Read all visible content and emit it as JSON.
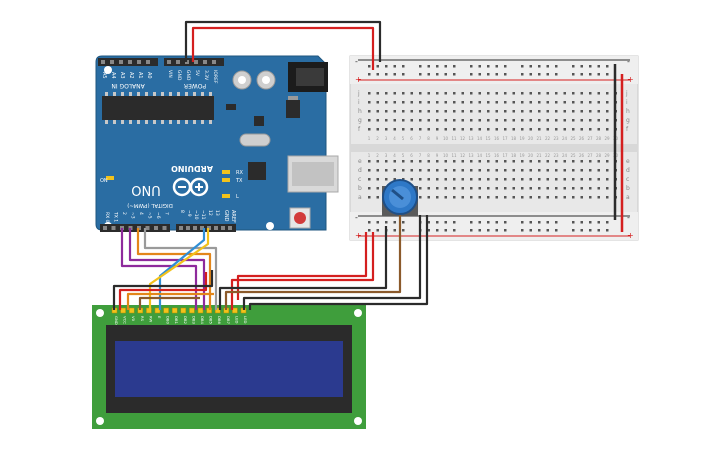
{
  "arduino": {
    "board_name": "ARDUINO",
    "model": "UNO",
    "header_analog": "ANALOG IN",
    "header_power": "POWER",
    "header_digital": "DIGITAL (PWM~)",
    "on_label": "ON",
    "tx_label": "TX",
    "rx_label": "RX",
    "l_label": "L",
    "aref_label": "AREF",
    "gnd_label": "GND",
    "analog_pins": [
      "A5",
      "A4",
      "A3",
      "A2",
      "A1",
      "A0"
    ],
    "power_pins": [
      "VIN",
      "GND",
      "GND",
      "5V",
      "3.3V",
      "IOREF"
    ],
    "digital_pins_high": [
      "13",
      "12",
      "~11",
      "~10",
      "~9",
      "8"
    ],
    "digital_pins_low": [
      "7",
      "~6",
      "~5",
      "4",
      "~3",
      "2",
      "TX 1",
      "RX 0"
    ]
  },
  "breadboard": {
    "row_letters_top": [
      "j",
      "i",
      "h",
      "g",
      "f"
    ],
    "row_letters_bottom": [
      "e",
      "d",
      "c",
      "b",
      "a"
    ],
    "column_count": 30,
    "rail_plus": "+",
    "rail_minus": "-"
  },
  "lcd": {
    "pin_labels": [
      "GND",
      "VCC",
      "V0",
      "RS",
      "RW",
      "E",
      "DB0",
      "DB1",
      "DB2",
      "DB3",
      "DB4",
      "DB5",
      "DB6",
      "DB7",
      "LED",
      "LED"
    ],
    "screen_color": "#2b3a8f"
  },
  "colors": {
    "board_blue": "#2a6da3",
    "wire_red": "#d41f1f",
    "wire_black": "#2b2b2b",
    "wire_purple": "#8e2a9c",
    "wire_orange": "#e3861a",
    "wire_yellow": "#f2c21b",
    "wire_blue": "#2f8fd6",
    "wire_gray": "#9a9a9a",
    "wire_brown": "#8b5a2b",
    "pot_blue": "#2e78c7",
    "lcd_green": "#3f9e3c"
  }
}
